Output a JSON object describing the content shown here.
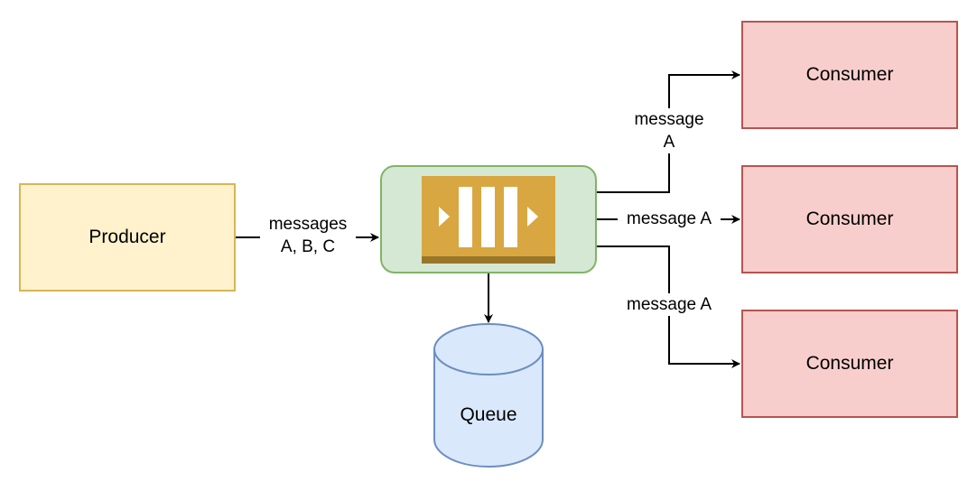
{
  "producer": {
    "label": "Producer"
  },
  "consumers": [
    {
      "label": "Consumer"
    },
    {
      "label": "Consumer"
    },
    {
      "label": "Consumer"
    }
  ],
  "queue": {
    "label": "Queue"
  },
  "edges": {
    "producer_to_broker": {
      "line1": "messages",
      "line2": "A, B, C"
    },
    "to_consumer_1": {
      "line1": "message",
      "line2": "A"
    },
    "to_consumer_2": {
      "label": "message A"
    },
    "to_consumer_3": {
      "label": "message A"
    }
  },
  "colors": {
    "producer_fill": "#fff2cc",
    "producer_stroke": "#d6b656",
    "consumer_fill": "#f8cecc",
    "consumer_stroke": "#b85450",
    "broker_fill": "#d5e8d4",
    "broker_stroke": "#82b366",
    "queue_fill": "#dae8fc",
    "queue_stroke": "#6c8ebf",
    "broker_icon": "#d9a741"
  },
  "icons": {
    "broker": "message-broker-icon"
  }
}
